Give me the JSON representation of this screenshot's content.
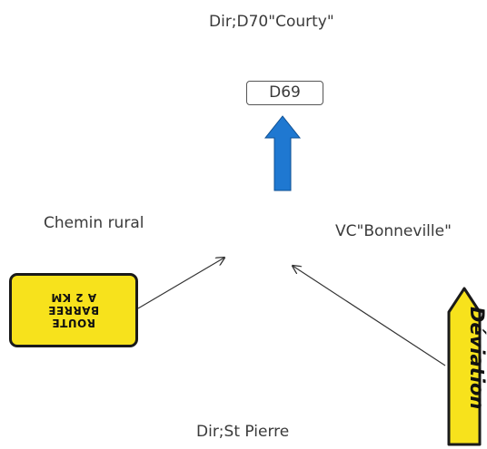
{
  "directions": {
    "north": "Dir;D70\"Courty\"",
    "west": "Chemin rural",
    "east": "VC\"Bonneville\"",
    "south": "Dir;St Pierre"
  },
  "road_tag": "D69",
  "barred_sign": {
    "line1": "ROUTE",
    "line2": "BARREE",
    "line3": "A 2 KM",
    "color": "#f7e21c"
  },
  "deviation_sign": {
    "text": "Déviation",
    "color": "#f7e21c"
  },
  "arrow_color": "#1f78d1"
}
